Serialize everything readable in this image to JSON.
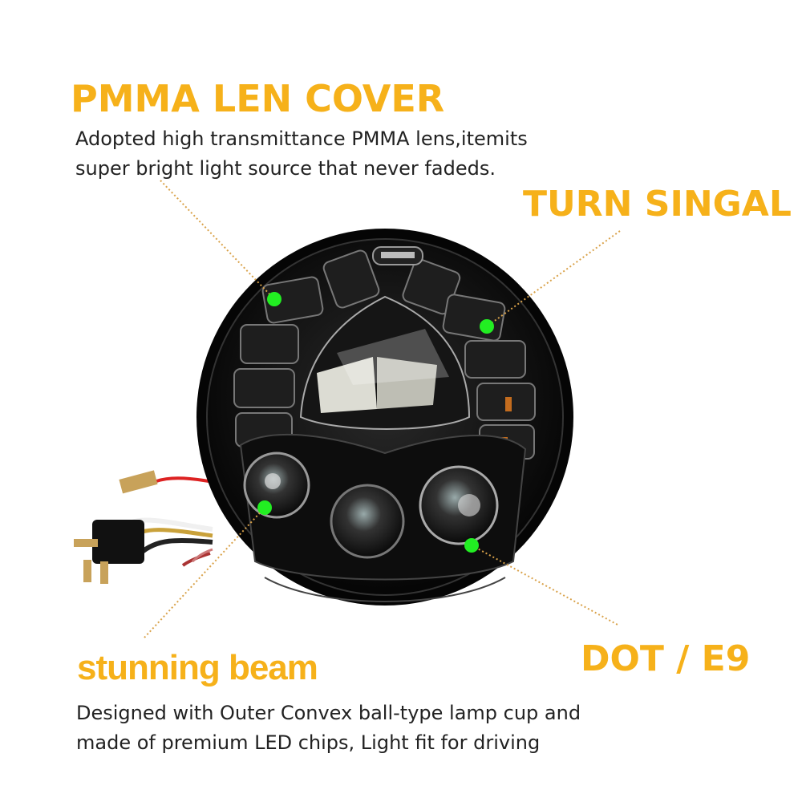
{
  "pmma": {
    "title": "PMMA LEN COVER",
    "lines": [
      "Adopted high transmittance PMMA lens,itemits",
      "super bright light source that never fadeds."
    ]
  },
  "turn": {
    "title": "TURN SINGAL"
  },
  "beam": {
    "title": "stunning beam",
    "lines": [
      "Designed with Outer Convex ball-type lamp cup and",
      "made of premium LED chips, Light fit for driving"
    ]
  },
  "dot": {
    "title": "DOT / E9"
  },
  "colors": {
    "accent": "#f6b11a",
    "marker": "#22ee22",
    "housing": "#0c0c0c"
  }
}
